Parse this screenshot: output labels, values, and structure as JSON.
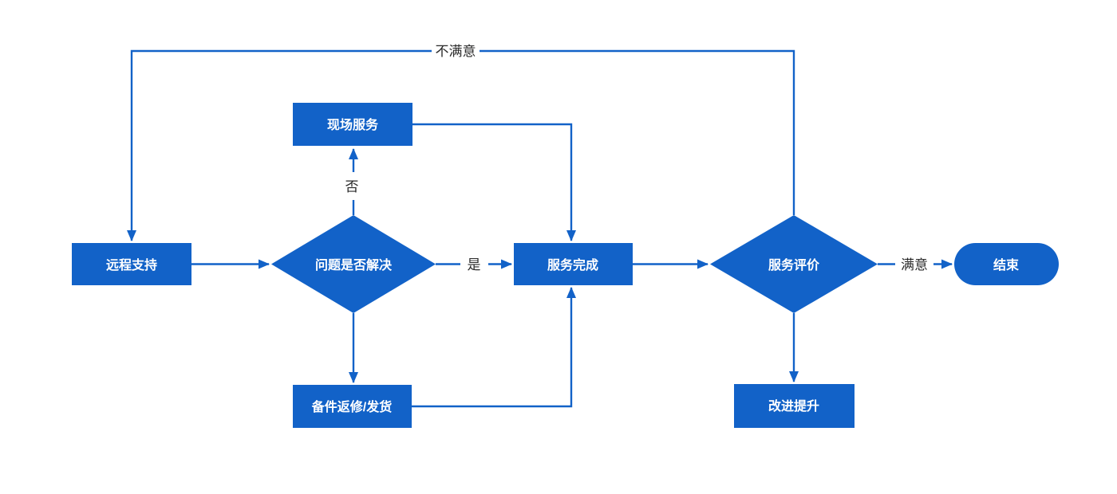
{
  "diagram": {
    "type": "flowchart",
    "colors": {
      "primary": "#1262c8",
      "node_text": "#ffffff",
      "edge_label_text": "#2a2a2a",
      "background": "#ffffff"
    },
    "nodes": {
      "remote_support": {
        "label": "远程支持",
        "shape": "rectangle"
      },
      "issue_resolved": {
        "label": "问题是否解决",
        "shape": "diamond"
      },
      "onsite_service": {
        "label": "现场服务",
        "shape": "rectangle"
      },
      "service_complete": {
        "label": "服务完成",
        "shape": "rectangle"
      },
      "service_evaluation": {
        "label": "服务评价",
        "shape": "diamond"
      },
      "end": {
        "label": "结束",
        "shape": "pill"
      },
      "parts_repair_shipping": {
        "label": "备件返修/发货",
        "shape": "rectangle"
      },
      "improvement": {
        "label": "改进提升",
        "shape": "rectangle"
      }
    },
    "edge_labels": {
      "no": "否",
      "yes": "是",
      "satisfied": "满意",
      "unsatisfied": "不满意"
    },
    "edges": [
      {
        "from": "远程支持",
        "to": "问题是否解决",
        "label": ""
      },
      {
        "from": "问题是否解决",
        "to": "现场服务",
        "label": "否"
      },
      {
        "from": "问题是否解决",
        "to": "服务完成",
        "label": "是"
      },
      {
        "from": "问题是否解决",
        "to": "备件返修/发货",
        "label": ""
      },
      {
        "from": "现场服务",
        "to": "服务完成",
        "label": ""
      },
      {
        "from": "备件返修/发货",
        "to": "服务完成",
        "label": ""
      },
      {
        "from": "服务完成",
        "to": "服务评价",
        "label": ""
      },
      {
        "from": "服务评价",
        "to": "结束",
        "label": "满意"
      },
      {
        "from": "服务评价",
        "to": "远程支持",
        "label": "不满意"
      },
      {
        "from": "服务评价",
        "to": "改进提升",
        "label": ""
      }
    ]
  }
}
